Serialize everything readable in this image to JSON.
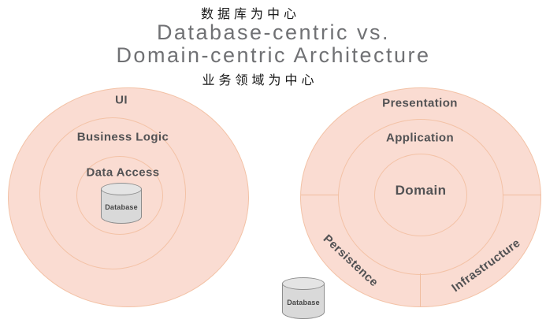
{
  "header": {
    "label_top_cn": "数据库为中心",
    "title_line1": "Database-centric vs.",
    "title_line2": "Domain-centric Architecture",
    "label_bottom_cn": "业务领域为中心"
  },
  "left_diagram": {
    "name": "database-centric architecture",
    "rings": [
      "UI",
      "Business Logic",
      "Data Access"
    ],
    "database_label": "Database"
  },
  "right_diagram": {
    "name": "domain-centric architecture",
    "rings": [
      "Presentation",
      "Application",
      "Domain"
    ],
    "sectors": [
      "Persistence",
      "Infrastructure"
    ],
    "database_label": "Database"
  },
  "colors": {
    "circle_fill": "#fadcd2",
    "circle_stroke": "#f3c2a6",
    "title_gray": "#707174",
    "ring_label_gray": "#525254",
    "cjk_text": "#161616",
    "cylinder_fill": "#d9d9d9",
    "cylinder_top_fill": "#e4e4e4",
    "cylinder_stroke": "#8d8d8d",
    "background": "#ffffff"
  }
}
